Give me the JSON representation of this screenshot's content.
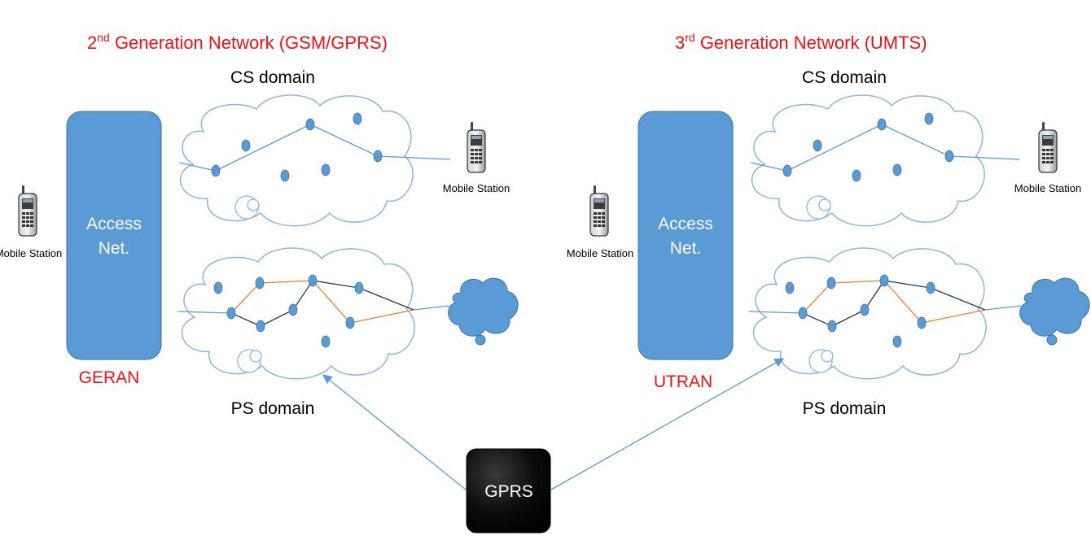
{
  "colors": {
    "accent_red": "#ee1111",
    "node_blue": "#5b9bd5",
    "cloud_stroke": "#8db4e2",
    "link_blue": "#5b9bd5",
    "link_orange": "#ed7d31",
    "link_navy": "#1f3864",
    "gprs_box": "#000000"
  },
  "panels": {
    "left": {
      "title_prefix": "2",
      "title_sup": "nd",
      "title_rest": " Generation Network (GSM/GPRS)",
      "cs_label": "CS domain",
      "ps_label": "PS domain",
      "access_line1": "Access",
      "access_line2": "Net.",
      "ran_label": "GERAN",
      "ms_left": "Mobile Station",
      "ms_right": "Mobile Station",
      "icon": "mobile-phone-icon"
    },
    "right": {
      "title_prefix": "3",
      "title_sup": "rd",
      "title_rest": " Generation Network (UMTS)",
      "cs_label": "CS domain",
      "ps_label": "PS domain",
      "access_line1": "Access",
      "access_line2": "Net.",
      "ran_label": "UTRAN",
      "ms_left": "Mobile Station",
      "ms_right": "Mobile Station",
      "icon": "mobile-phone-icon"
    }
  },
  "gprs": {
    "label": "GPRS"
  }
}
